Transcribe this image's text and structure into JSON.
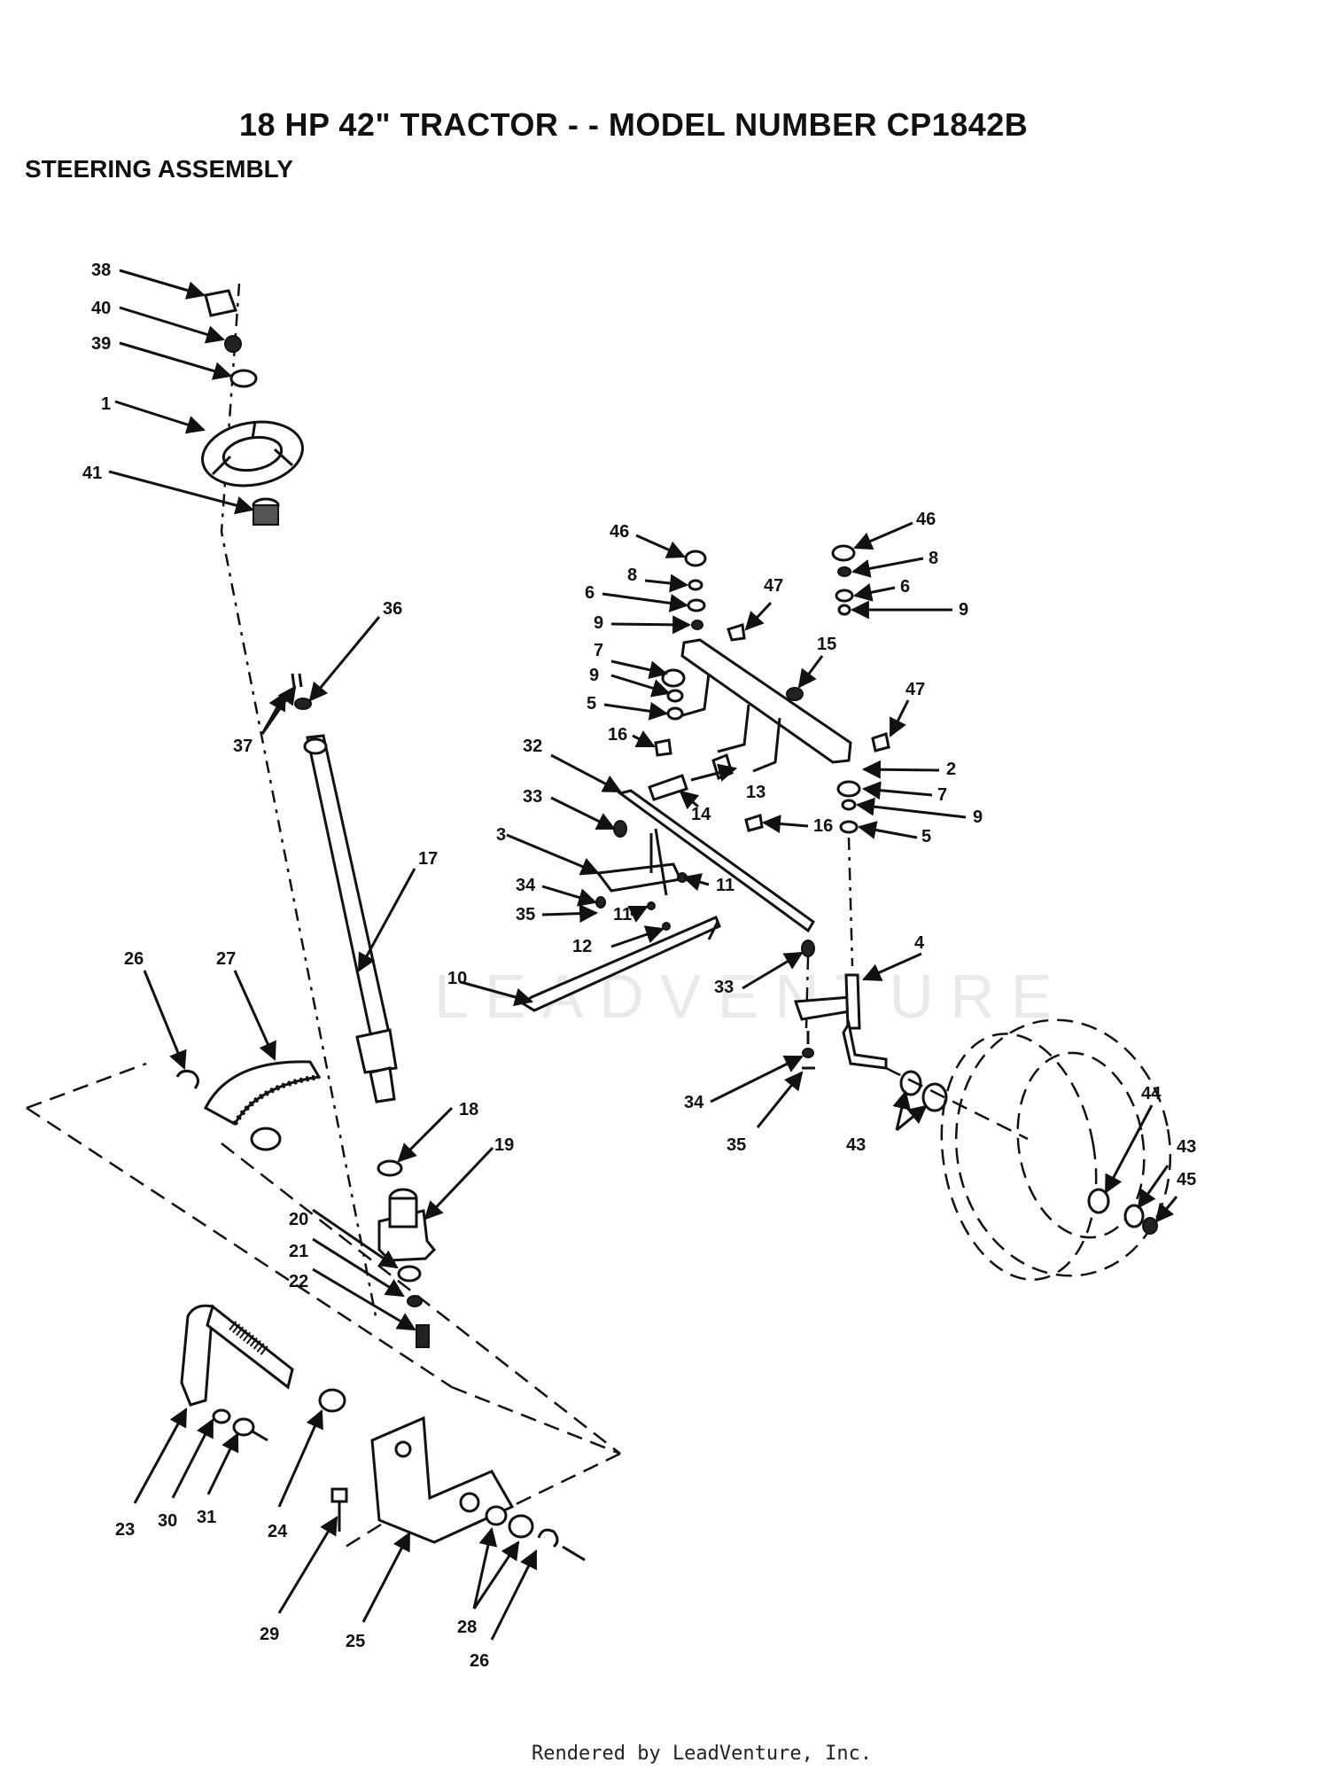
{
  "title": "18 HP 42\" TRACTOR - - MODEL NUMBER CP1842B",
  "subtitle": "STEERING ASSEMBLY",
  "watermark": "LEADVENTURE",
  "footer": "Rendered by LeadVenture, Inc.",
  "callouts": {
    "c38": "38",
    "c40": "40",
    "c39": "39",
    "c1": "1",
    "c41": "41",
    "c36": "36",
    "c37": "37",
    "c17": "17",
    "c26a": "26",
    "c27": "27",
    "c18": "18",
    "c19": "19",
    "c20": "20",
    "c21": "21",
    "c22": "22",
    "c23": "23",
    "c30": "30",
    "c31": "31",
    "c24": "24",
    "c29": "29",
    "c25": "25",
    "c28": "28",
    "c26b": "26",
    "c46a": "46",
    "c8a": "8",
    "c6a": "6",
    "c9a": "9",
    "c7a": "7",
    "c9b": "9",
    "c5a": "5",
    "c16a": "16",
    "c47a": "47",
    "c15": "15",
    "c32": "32",
    "c33a": "33",
    "c3": "3",
    "c34a": "34",
    "c35a": "35",
    "c11a": "11",
    "c11b": "11",
    "c12": "12",
    "c10": "10",
    "c14": "14",
    "c13": "13",
    "c16b": "16",
    "c46b": "46",
    "c8b": "8",
    "c6b": "6",
    "c9c": "9",
    "c47b": "47",
    "c2": "2",
    "c7b": "7",
    "c9d": "9",
    "c5b": "5",
    "c4": "4",
    "c33b": "33",
    "c34b": "34",
    "c35b": "35",
    "c43a": "43",
    "c44": "44",
    "c43b": "43",
    "c45": "45"
  }
}
